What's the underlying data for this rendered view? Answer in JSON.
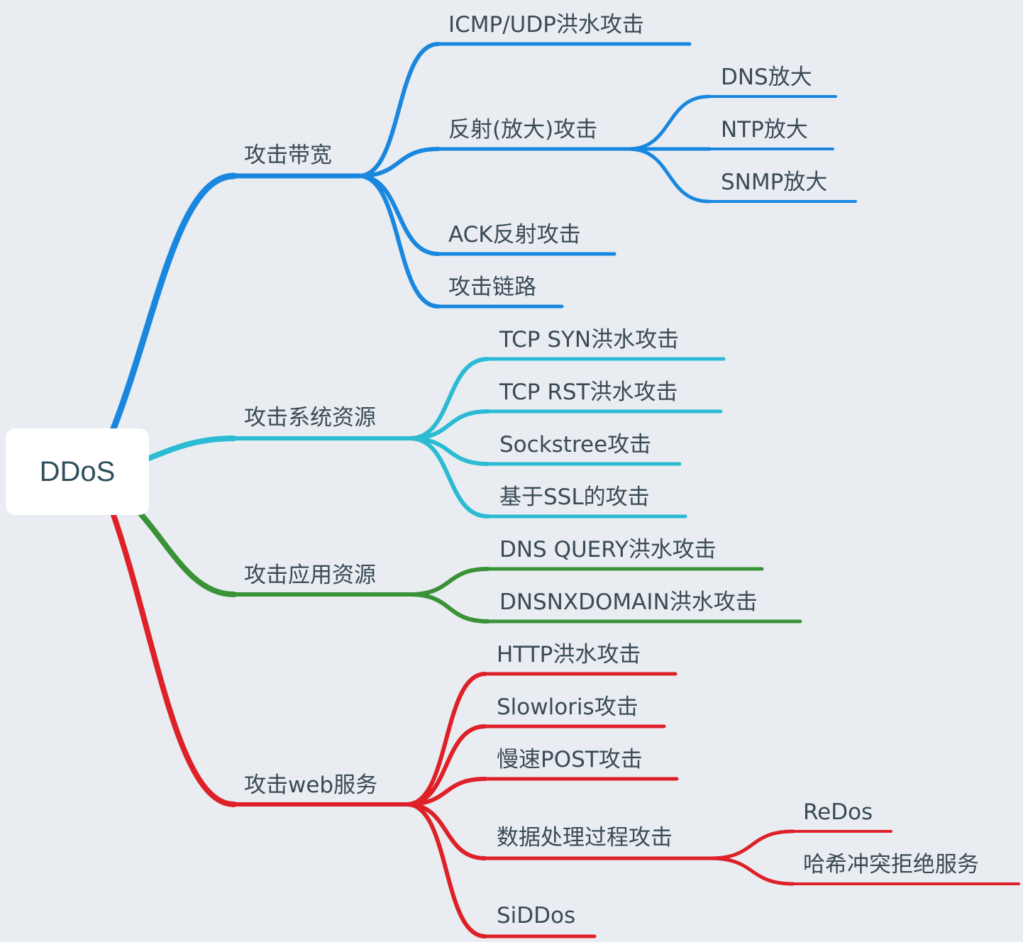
{
  "root": {
    "label": "DDoS"
  },
  "colors": {
    "bandwidth": "#1a87df",
    "system": "#2bbbd3",
    "application": "#3a9237",
    "web": "#de2129"
  },
  "branches": [
    {
      "label": "攻击带宽",
      "color": "#1a87df",
      "children": [
        {
          "label": "ICMP/UDP洪水攻击",
          "children": []
        },
        {
          "label": "反射(放大)攻击",
          "children": [
            {
              "label": "DNS放大"
            },
            {
              "label": "NTP放大"
            },
            {
              "label": "SNMP放大"
            }
          ]
        },
        {
          "label": "ACK反射攻击",
          "children": []
        },
        {
          "label": "攻击链路",
          "children": []
        }
      ]
    },
    {
      "label": "攻击系统资源",
      "color": "#2bbbd3",
      "children": [
        {
          "label": "TCP SYN洪水攻击",
          "children": []
        },
        {
          "label": "TCP RST洪水攻击",
          "children": []
        },
        {
          "label": "Sockstree攻击",
          "children": []
        },
        {
          "label": "基于SSL的攻击",
          "children": []
        }
      ]
    },
    {
      "label": "攻击应用资源",
      "color": "#3a9237",
      "children": [
        {
          "label": "DNS QUERY洪水攻击",
          "children": []
        },
        {
          "label": "DNSNXDOMAIN洪水攻击",
          "children": []
        }
      ]
    },
    {
      "label": "攻击web服务",
      "color": "#de2129",
      "children": [
        {
          "label": "HTTP洪水攻击",
          "children": []
        },
        {
          "label": "Slowloris攻击",
          "children": []
        },
        {
          "label": "慢速POST攻击",
          "children": []
        },
        {
          "label": "数据处理过程攻击",
          "children": [
            {
              "label": "ReDos"
            },
            {
              "label": "哈希冲突拒绝服务"
            }
          ]
        },
        {
          "label": "SiDDos",
          "children": []
        }
      ]
    }
  ]
}
